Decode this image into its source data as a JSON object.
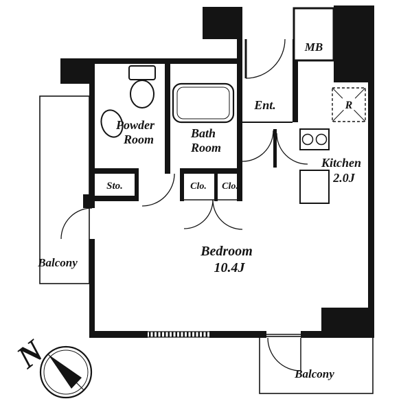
{
  "labels": {
    "mb": "MB",
    "r": "R",
    "ent": "Ent.",
    "powder_room_line1": "Powder",
    "powder_room_line2": "Room",
    "bath_room_line1": "Bath",
    "bath_room_line2": "Room",
    "kitchen_line1": "Kitchen",
    "kitchen_line2": "2.0J",
    "sto": "Sto.",
    "clo_left": "Clo.",
    "clo_right": "Clo.",
    "bedroom_line1": "Bedroom",
    "bedroom_line2": "10.4J",
    "balcony_left": "Balcony",
    "balcony_bottom": "Balcony",
    "compass_north": "N"
  },
  "colors": {
    "wall": "#141414",
    "background": "#ffffff"
  }
}
